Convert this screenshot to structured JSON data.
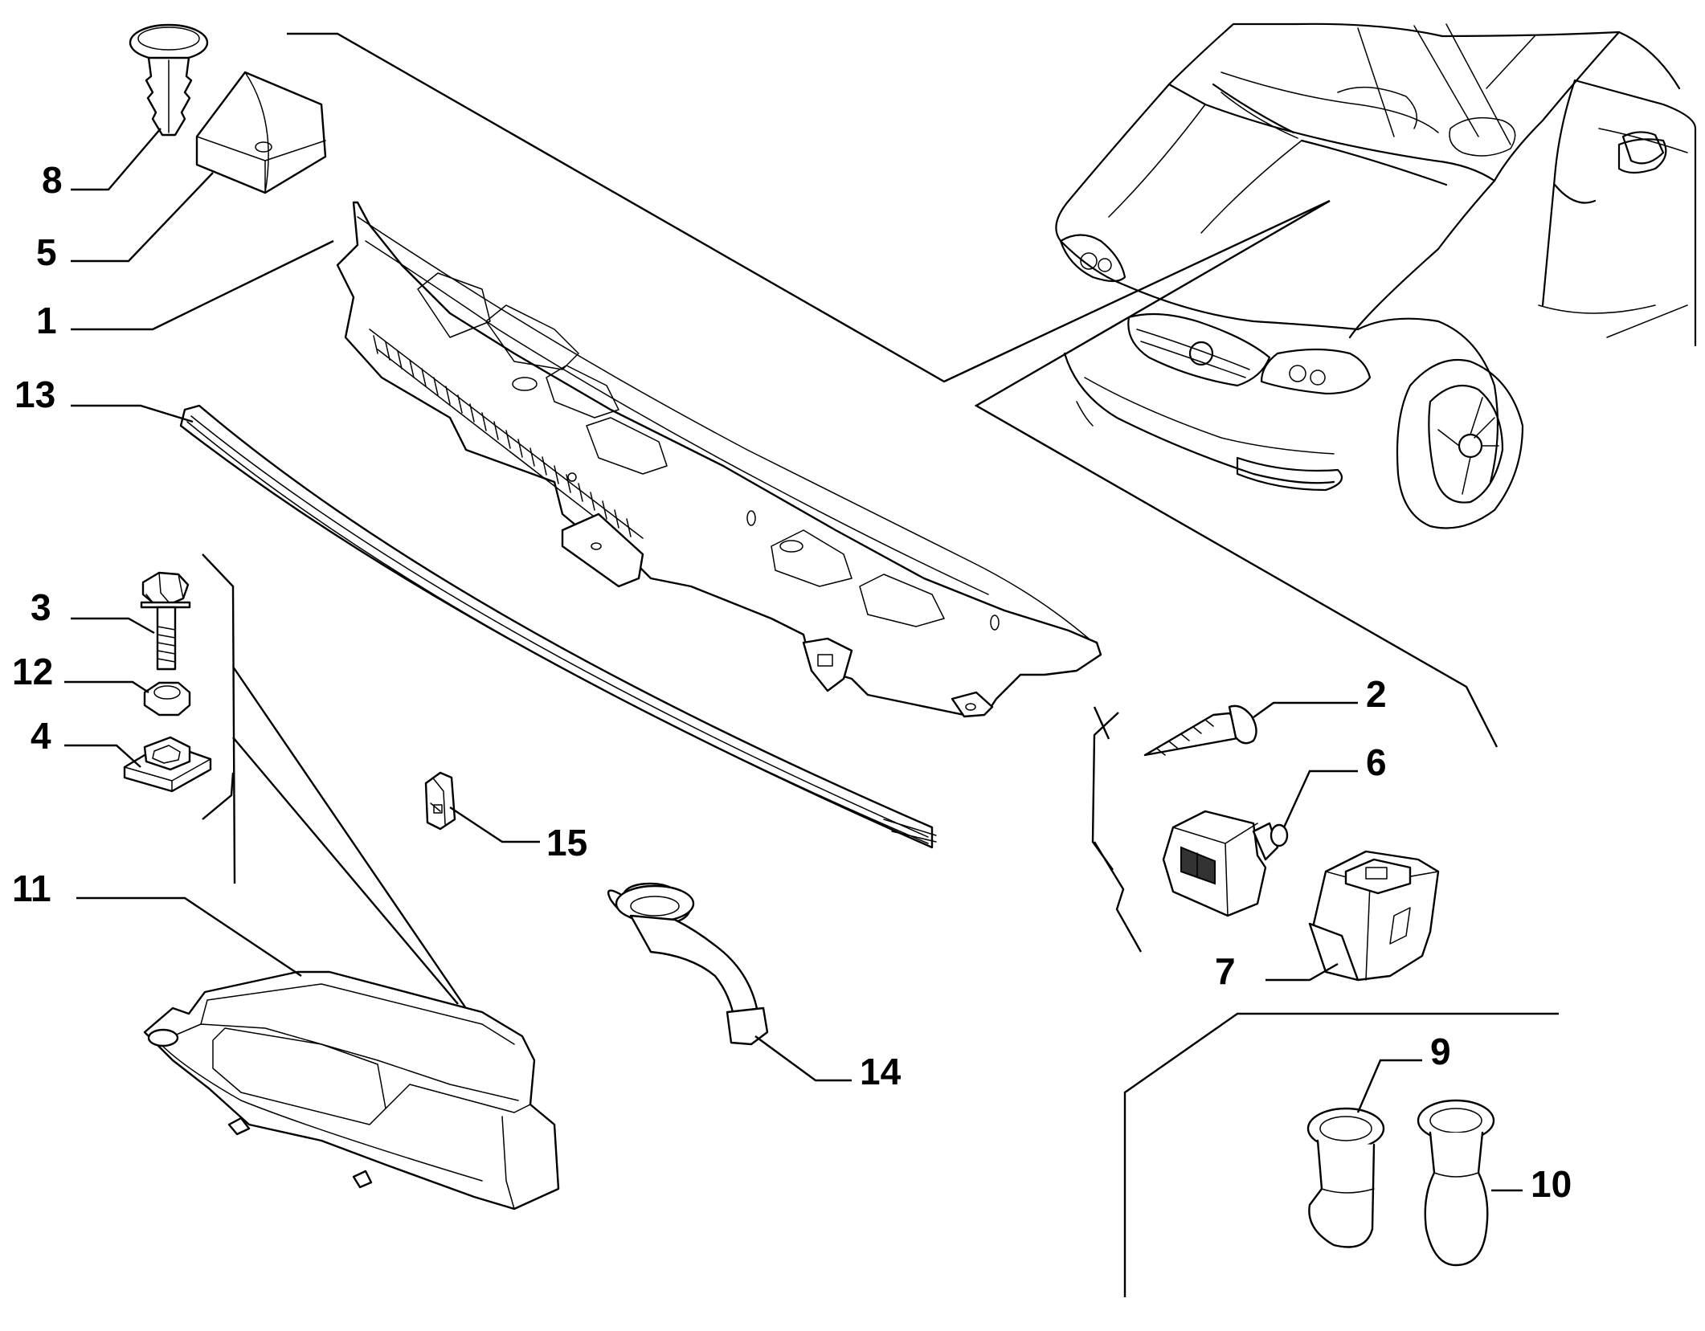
{
  "diagram": {
    "callouts": [
      {
        "id": "c8",
        "label": "8"
      },
      {
        "id": "c5",
        "label": "5"
      },
      {
        "id": "c1",
        "label": "1"
      },
      {
        "id": "c13",
        "label": "13"
      },
      {
        "id": "c3",
        "label": "3"
      },
      {
        "id": "c12",
        "label": "12"
      },
      {
        "id": "c4",
        "label": "4"
      },
      {
        "id": "c11",
        "label": "11"
      },
      {
        "id": "c15",
        "label": "15"
      },
      {
        "id": "c14",
        "label": "14"
      },
      {
        "id": "c2",
        "label": "2"
      },
      {
        "id": "c6",
        "label": "6"
      },
      {
        "id": "c7",
        "label": "7"
      },
      {
        "id": "c9",
        "label": "9"
      },
      {
        "id": "c10",
        "label": "10"
      }
    ]
  }
}
